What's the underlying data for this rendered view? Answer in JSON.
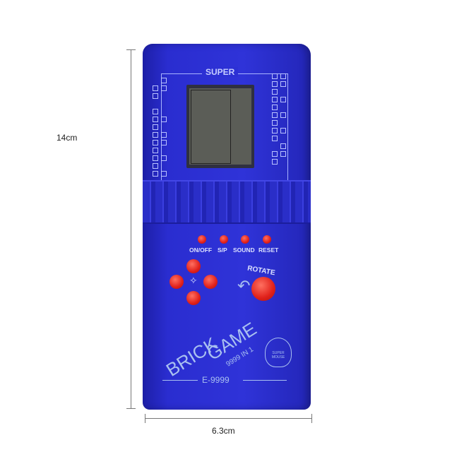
{
  "dimensions": {
    "height_label": "14cm",
    "width_label": "6.3cm"
  },
  "device": {
    "brand_top": "SUPER",
    "buttons": [
      "ON/OFF",
      "S/P",
      "SOUND",
      "RESET"
    ],
    "rotate_label": "ROTATE",
    "title_word1": "BRICK",
    "title_word2": "GAME",
    "subtitle": "9999 IN 1",
    "model": "E-9999",
    "mascot_text": "SUPER MOUSE",
    "colors": {
      "body": "#2f33d8",
      "buttons": "#e0201a",
      "screen": "#5b5d57"
    }
  }
}
